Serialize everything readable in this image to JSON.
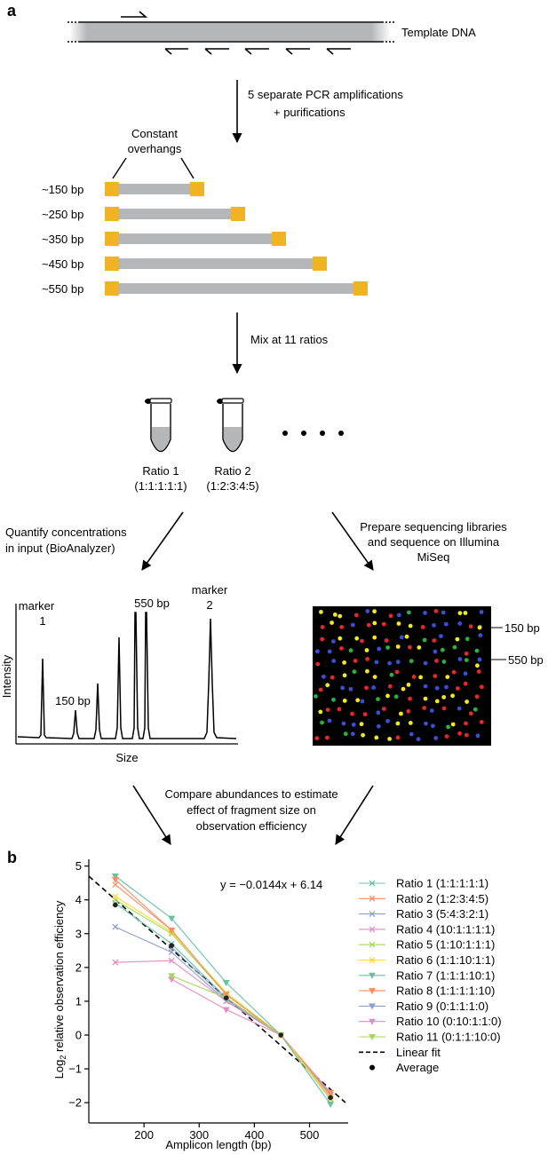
{
  "panel_a": {
    "label": "a",
    "template_label": "Template DNA",
    "step1_line1": "5 separate PCR amplifications",
    "step1_line2": "+ purifications",
    "overhang_line1": "Constant",
    "overhang_line2": "overhangs",
    "amplicons": [
      {
        "label": "~150 bp",
        "length_bp": 150
      },
      {
        "label": "~250 bp",
        "length_bp": 250
      },
      {
        "label": "~350 bp",
        "length_bp": 350
      },
      {
        "label": "~450 bp",
        "length_bp": 450
      },
      {
        "label": "~550 bp",
        "length_bp": 550
      }
    ],
    "mix_label": "Mix at 11 ratios",
    "tube1_name": "Ratio 1",
    "tube1_ratio": "(1:1:1:1:1)",
    "tube2_name": "Ratio 2",
    "tube2_ratio": "(1:2:3:4:5)",
    "left_branch_line1": "Quantify concentrations",
    "left_branch_line2": "in input (BioAnalyzer)",
    "right_branch_line1": "Prepare sequencing libraries",
    "right_branch_line2": "and sequence on Illumina",
    "right_branch_line3": "MiSeq",
    "trace_marker1_line1": "marker",
    "trace_marker1_line2": "1",
    "trace_150_label": "150 bp",
    "trace_550_label": "550 bp",
    "trace_marker2_line1": "marker",
    "trace_marker2_line2": "2",
    "trace_ylabel": "Intensity",
    "trace_xlabel": "Size",
    "seq_150_label": "150 bp",
    "seq_550_label": "550 bp",
    "compare_line1": "Compare abundances to estimate",
    "compare_line2": "effect of fragment size on",
    "compare_line3": "observation efficiency",
    "colors": {
      "primer": "#000000",
      "template": "#b5b6b8",
      "overhang": "#f0b323",
      "dot_colors": [
        "#e8262b",
        "#3a4fd6",
        "#f3ea1d",
        "#27b33d"
      ]
    }
  },
  "panel_b_label": "b",
  "chart_data": {
    "type": "line",
    "xlabel": "Amplicon length (bp)",
    "ylabel_base": "Log",
    "ylabel_sub": "2",
    "ylabel_rest": " relative observation efficiency",
    "xlim": [
      100,
      570
    ],
    "ylim": [
      -2.6,
      5.2
    ],
    "xticks": [
      200,
      300,
      400,
      500
    ],
    "yticks": [
      -2,
      -1,
      0,
      1,
      2,
      3,
      4,
      5
    ],
    "equation": "y = −0.0144x + 6.14",
    "x": [
      148,
      250,
      349,
      448,
      538
    ],
    "series": [
      {
        "name": "Ratio 1 (1:1:1:1:1)",
        "marker": "x",
        "color": "#66c2a5",
        "values": [
          3.9,
          2.7,
          1.1,
          0.0,
          -1.8
        ]
      },
      {
        "name": "Ratio 2 (1:2:3:4:5)",
        "marker": "x",
        "color": "#fc8d62",
        "values": [
          4.45,
          3.1,
          1.2,
          0.0,
          -1.9
        ]
      },
      {
        "name": "Ratio 3 (5:4:3:2:1)",
        "marker": "x",
        "color": "#8da0cb",
        "values": [
          3.2,
          2.45,
          1.0,
          0.0,
          -1.75
        ]
      },
      {
        "name": "Ratio 4 (10:1:1:1:1)",
        "marker": "x",
        "color": "#e78ac3",
        "values": [
          2.15,
          2.2,
          1.0,
          0.0,
          -1.8
        ]
      },
      {
        "name": "Ratio 5 (1:10:1:1:1)",
        "marker": "x",
        "color": "#a6d854",
        "values": [
          4.0,
          3.0,
          1.2,
          0.0,
          -1.9
        ]
      },
      {
        "name": "Ratio 6 (1:1:10:1:1)",
        "marker": "x",
        "color": "#ffd92f",
        "values": [
          4.1,
          3.05,
          1.25,
          0.0,
          -1.85
        ]
      },
      {
        "name": "Ratio 7 (1:1:1:10:1)",
        "marker": "tri",
        "color": "#66c2a5",
        "values": [
          4.7,
          3.45,
          1.55,
          0.0,
          -2.05
        ]
      },
      {
        "name": "Ratio 8 (1:1:1:1:10)",
        "marker": "tri",
        "color": "#fc8d62",
        "values": [
          4.6,
          3.1,
          1.2,
          0.0,
          -1.7
        ]
      },
      {
        "name": "Ratio 9 (0:1:1:1:0)",
        "marker": "tri",
        "color": "#8da0cb",
        "values": [
          null,
          2.6,
          1.05,
          0.0,
          null
        ]
      },
      {
        "name": "Ratio 10 (0:10:1:1:0)",
        "marker": "tri",
        "color": "#e78ac3",
        "values": [
          null,
          1.65,
          0.75,
          0.0,
          null
        ]
      },
      {
        "name": "Ratio 11 (0:1:1:10:0)",
        "marker": "tri",
        "color": "#a6d854",
        "values": [
          null,
          1.75,
          1.1,
          0.0,
          null
        ]
      }
    ],
    "average": {
      "name": "Average",
      "values": [
        3.85,
        2.65,
        1.1,
        0.0,
        -1.85
      ]
    },
    "fit": {
      "name": "Linear fit",
      "slope": -0.0144,
      "intercept": 6.14
    }
  }
}
